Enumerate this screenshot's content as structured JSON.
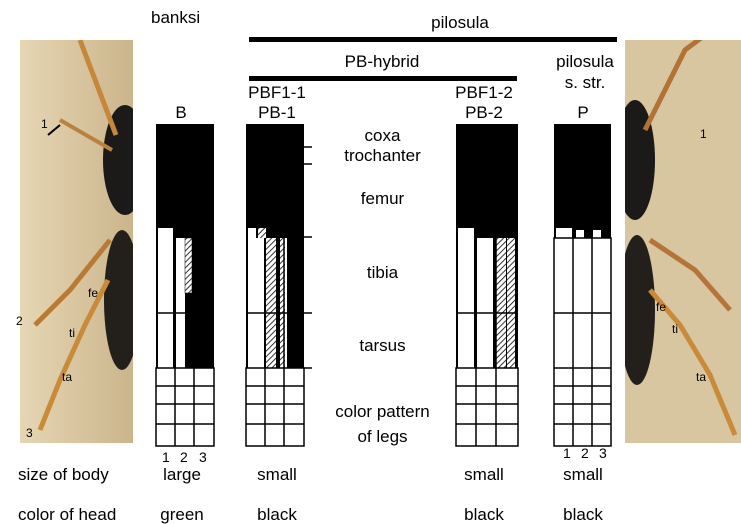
{
  "header": {
    "banksi": "banksi",
    "pilosula": "pilosula",
    "pb_hybrid": "PB-hybrid",
    "pilosula_sstr_line1": "pilosula",
    "pilosula_sstr_line2": "s. str."
  },
  "columns": [
    {
      "label_top": "",
      "label_bottom": "B",
      "size": "large",
      "head": "green"
    },
    {
      "label_top": "PBF1-1",
      "label_bottom": "PB-1",
      "size": "small",
      "head": "black"
    },
    {
      "label_top": "PBF1-2",
      "label_bottom": "PB-2",
      "size": "small",
      "head": "black"
    },
    {
      "label_top": "",
      "label_bottom": "P",
      "size": "small",
      "head": "black"
    }
  ],
  "segments": {
    "coxa": "coxa",
    "trochanter": "trochanter",
    "femur": "femur",
    "tibia": "tibia",
    "tarsus": "tarsus",
    "pattern_line1": "color pattern",
    "pattern_line2": "of legs"
  },
  "leg_numbers": [
    "1",
    "2",
    "3"
  ],
  "rows": {
    "size_label": "size of body",
    "head_label": "color of head"
  },
  "photo_labels": {
    "left": {
      "n1": "1",
      "n2": "2",
      "n3": "3",
      "fe": "fe",
      "ti": "ti",
      "ta": "ta"
    },
    "right": {
      "n1": "1",
      "fe": "fe",
      "ti": "ti",
      "ta": "ta"
    }
  },
  "colors": {
    "black_segment": "#000000",
    "photo_bg": "#d9c7a0",
    "leg": "#c98a3a"
  }
}
